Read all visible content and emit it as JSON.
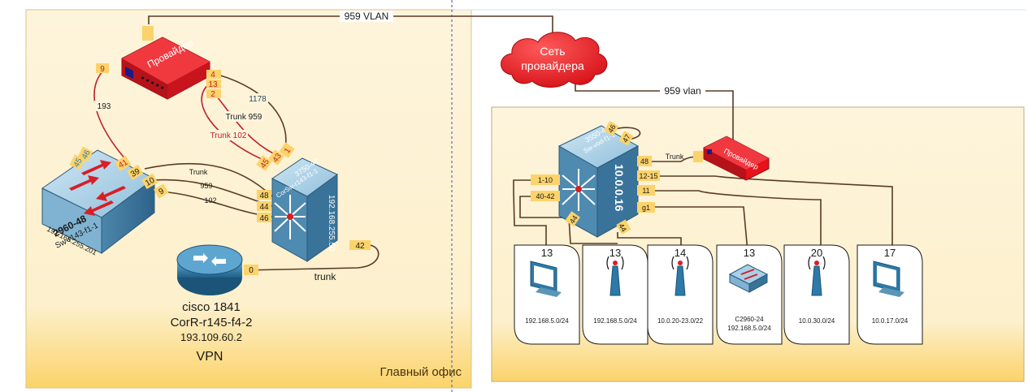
{
  "main_office": {
    "label": "Главный офис",
    "provider_label": "Провайдер",
    "provider_ports": {
      "p9": "9",
      "p4": "4",
      "p13": "13",
      "p2": "2"
    },
    "provider_link_labels": {
      "l193": "193",
      "l1178": "1178",
      "trunk959": "Trunk 959",
      "trunk102": "Trunk 102"
    },
    "sw2960": {
      "model": "2960-48",
      "name": "Sw-r143-f1-1",
      "ip": "192.168.255.201",
      "ports": {
        "p41": "41",
        "p39": "39",
        "p10": "10",
        "p9": "9",
        "p46": "46",
        "p45": "45"
      },
      "link_labels": {
        "trunk": "Trunk",
        "l959": "959",
        "l102": "102"
      }
    },
    "core3750": {
      "model": "3750-48",
      "name": "CorSw-r143-f1-1",
      "ip": "192.168.255.50",
      "ports": {
        "p45": "45",
        "p43": "43",
        "p1": "1",
        "p48": "48",
        "p44": "44",
        "p46": "46",
        "p42": "42"
      }
    },
    "router": {
      "model": "cisco 1841",
      "name": "CorR-r145-f4-2",
      "ip": "193.109.60.2",
      "tag": "VPN",
      "port": "0",
      "link_label": "trunk"
    }
  },
  "vlan_top_label": "959 VLAN",
  "provider_cloud": {
    "line1": "Сеть",
    "line2": "провайдера"
  },
  "branch": {
    "vlan_label": "959 vlan",
    "provider_label": "Провайдер",
    "trunk_label": "Trunk",
    "sw3550": {
      "model": "3550-48",
      "name": "Sw-vod-f1-1",
      "ip": "10.0.0.16",
      "ports": {
        "p46": "46",
        "p47": "47",
        "p48": "48",
        "p1_10": "1-10",
        "p40_42": "40-42",
        "p12_15": "12-15",
        "p11": "11",
        "pg1": "g1",
        "p44a": "44",
        "p44b": "44"
      }
    },
    "endpoints": [
      {
        "vlan": "13",
        "kind": "pc",
        "subnet": "192.168.5.0/24",
        "extra": ""
      },
      {
        "vlan": "13",
        "kind": "ap",
        "subnet": "192.168.5.0/24",
        "extra": ""
      },
      {
        "vlan": "14",
        "kind": "ap",
        "subnet": "10.0.20-23.0/22",
        "extra": ""
      },
      {
        "vlan": "13",
        "kind": "switch",
        "subnet": "192.168.5.0/24",
        "extra": "C2960-24"
      },
      {
        "vlan": "20",
        "kind": "ap",
        "subnet": "10.0.30.0/24",
        "extra": ""
      },
      {
        "vlan": "17",
        "kind": "pc",
        "subnet": "10.0.17.0/24",
        "extra": ""
      }
    ]
  },
  "colors": {
    "zone_fill": "#fdf3d6",
    "zone_bottom": "#fbd97a",
    "port_tag": "#fcd36b",
    "provider_red": "#e8121b",
    "switch_blue": "#5b95b8",
    "router_blue": "#2d79a7",
    "link_brown": "#5a3a26",
    "link_red": "#c0202a"
  }
}
